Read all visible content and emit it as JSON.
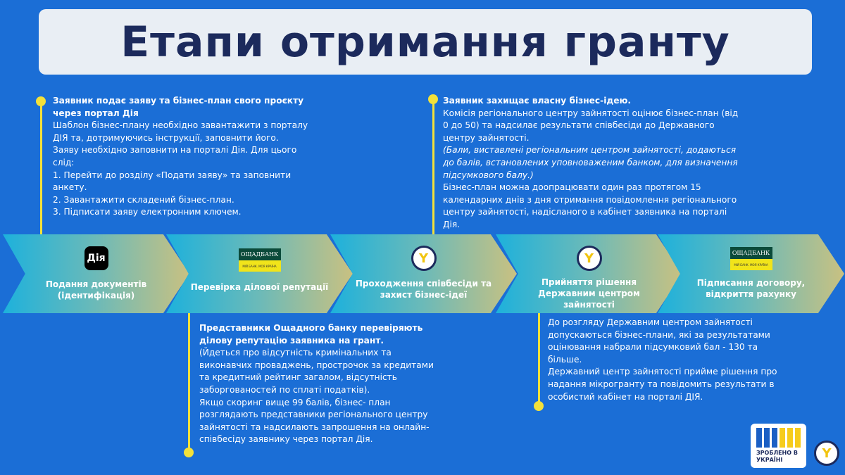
{
  "title": "Етапи отримання гранту",
  "steps": [
    {
      "label": "Подання документів (ідентифікація)",
      "icon": "diia-logo",
      "icon_text": "Дія"
    },
    {
      "label": "Перевірка ділової репутації",
      "icon": "oschadbank-logo",
      "icon_text": "ОЩАДБАНК",
      "icon_sub": "МІЙ БАНК. МОЯ КРАЇНА"
    },
    {
      "label": "Проходження співбесіди та захист бізнес-ідеї",
      "icon": "employment-service-emblem"
    },
    {
      "label": "Прийняття рішення Державним центром зайнятості",
      "icon": "employment-service-emblem"
    },
    {
      "label": "Підписання договору, відкриття рахунку",
      "icon": "oschadbank-logo",
      "icon_text": "ОЩАДБАНК",
      "icon_sub": "МІЙ БАНК. МОЯ КРАЇНА"
    }
  ],
  "notes": {
    "step1": {
      "heading": "Заявник подає заяву та бізнес-план свого проєкту через портал Дія",
      "lines": [
        "Шаблон бізнес-плану необхідно завантажити з порталу ДІЯ та, дотримуючись інструкції, заповнити його.",
        "Заяву необхідно заповнити на порталі Дія. Для цього слід:",
        "1. Перейти до розділу «Подати заяву» та заповнити анкету.",
        "2. Завантажити складений бізнес-план.",
        "3. Підписати заяву електронним ключем."
      ]
    },
    "step2": {
      "heading": "Представники Ощадного банку перевіряють ділову репутацію заявника на грант.",
      "lines": [
        "(Йдеться про відсутність кримінальних та виконавчих проваджень, прострочок за кредитами та кредитний рейтинг загалом, відсутність заборгованостей по сплаті податків).",
        "Якщо скоринг вище 99 балів, бізнес- план розглядають представники регіонального центру зайнятості та надсилають запрошення на онлайн-співбесіду заявнику через портал Дія."
      ]
    },
    "step3": {
      "heading": "Заявник захищає власну бізнес-ідею.",
      "line1": "Комісія регіонального центру зайнятості оцінює бізнес-план (від 0 до 50) та надсилає результати співбесіди до Державного центру зайнятості.",
      "italic": "(Бали, виставлені регіональним центром зайнятості, додаються до балів, встановлених уповноваженим банком, для визначення підсумкового балу.)",
      "line2": "Бізнес-план можна доопрацювати один раз протягом 15 календарних днів з дня отримання повідомлення регіонального центру зайнятості, надісланого в кабінет заявника на порталі Дія."
    },
    "step4": {
      "lines": [
        "До розгляду Державним центром зайнятості допускаються бізнес-плани, які за результатами оцінювання набрали підсумковий бал - 130 та більше.",
        "Державний центр зайнятості прийме рішення про надання мікрогранту та повідомить результати в особистий кабінет на порталі ДІЯ."
      ]
    }
  },
  "footer": {
    "made_in": "ЗРОБЛЕНО В УКРАЇНІ",
    "emblem": "employment-service-emblem"
  },
  "colors": {
    "background": "#1b6ed6",
    "accent": "#f3e13a",
    "title": "#1c2a5c"
  }
}
